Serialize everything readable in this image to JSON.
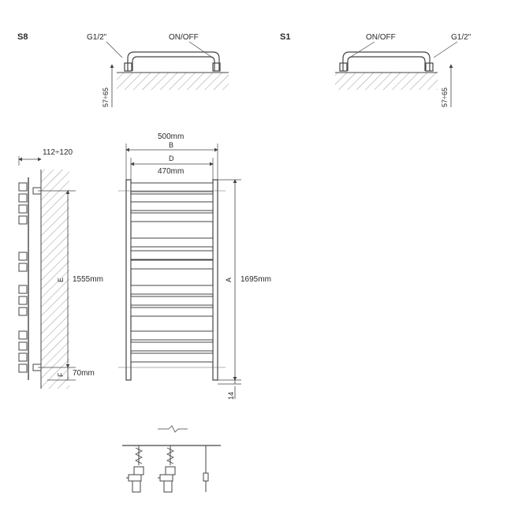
{
  "variants": {
    "left": "S8",
    "right": "S1"
  },
  "connection": {
    "thread": "G1/2\"",
    "valve": "ON/OFF",
    "wall_gap": "57÷65"
  },
  "side_view": {
    "depth": "112÷120",
    "e_letter": "E",
    "e_value": "1555mm",
    "f_letter": "F",
    "f_value": "70mm"
  },
  "front_view": {
    "b_value": "500mm",
    "b_letter": "B",
    "d_letter": "D",
    "d_value": "470mm",
    "a_letter": "A",
    "a_value": "1695mm",
    "bottom_offset": "14"
  },
  "colors": {
    "line": "#444444",
    "hatch": "#9a9a9a"
  }
}
